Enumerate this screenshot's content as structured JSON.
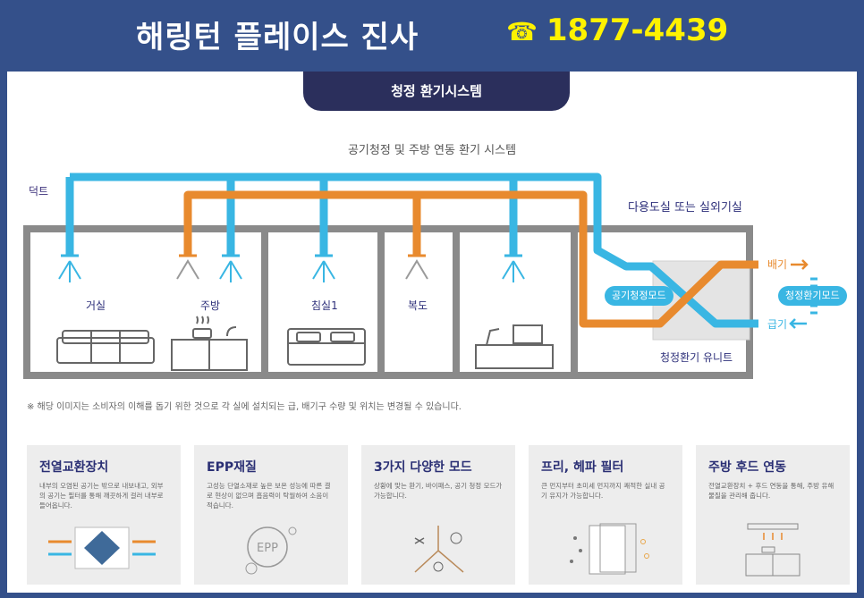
{
  "header": {
    "brand": "해링턴 플레이스 진사",
    "phone_icon": "phone-icon",
    "phone_symbol": "☎",
    "phone_number": "1877-4439"
  },
  "section": {
    "tab_title": "청정 환기시스템",
    "subtitle": "공기청정 및 주방 연동 환기 시스템"
  },
  "diagram": {
    "duct_label": "덕트",
    "outdoor_label": "다용도실 또는 실외기실",
    "rooms": [
      "거실",
      "주방",
      "침실1",
      "복도"
    ],
    "unit_label": "청정환기 유니트",
    "purify_mode": "공기청정모드",
    "ventilation_mode": "청정환기모드",
    "exhaust_label": "배기",
    "supply_label": "급기",
    "colors": {
      "supply_duct": "#39b6e3",
      "exhaust_duct": "#e88a2e",
      "wall": "#8a8a8a"
    }
  },
  "note": "※ 해당 이미지는 소비자의 이해를 돕기 위한 것으로 각 실에 설치되는 급, 배기구 수량 및 위치는 변경될 수 있습니다.",
  "features": [
    {
      "title": "전열교환장치",
      "desc": "내부의 오염된 공기는 밖으로 내보내고, 외부의 공기는 필터를 통해 깨끗하게 걸러 내부로 들어옵니다.",
      "icon": "heat-exchanger-icon"
    },
    {
      "title": "EPP재질",
      "desc": "고성능 단열소재로 높은 보온 성능에 따른 결로 현상이 없으며 흡음력이 탁월하여 소음이 적습니다.",
      "icon": "epp-material-icon",
      "icon_text": "EPP"
    },
    {
      "title": "3가지 다양한 모드",
      "desc": "상황에 맞는 환기, 바이패스, 공기 청정 모드가 가능합니다.",
      "icon": "three-modes-icon"
    },
    {
      "title": "프리, 헤파 필터",
      "desc": "큰 먼지부터 초미세 먼지까지 쾌적한 실내 공기 유지가 가능합니다.",
      "icon": "hepa-filter-icon"
    },
    {
      "title": "주방 후드 연동",
      "desc": "전열교환장치 + 후드 연동을 통해, 주방 유해 물질을 관리해 줍니다.",
      "icon": "kitchen-hood-icon"
    }
  ]
}
